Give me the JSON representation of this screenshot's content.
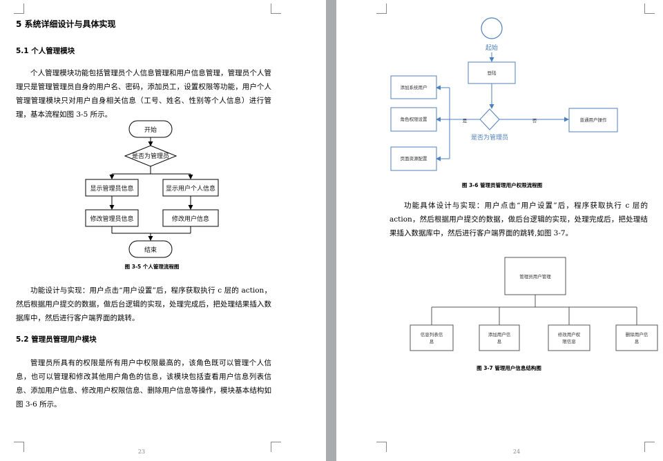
{
  "left_page": {
    "chapter_title": "5   系统详细设计与具体实现",
    "section1_title": "5.1   个人管理模块",
    "para1": "个人管理模块功能包括管理员个人信息管理和用户信息管理，管理员个人管理只是管理管理员自身的用户名、密码，添加员工，设置权限等功能，用户个人管理管理模块只对用户自身相关信息（工号、姓名、性别等个人信息）进行管理，基本流程如图 3-5 所示。",
    "flow": {
      "start": "开始",
      "decision": "是否为管理员",
      "left_box1": "显示管理员信息",
      "right_box1": "显示用户个人信息",
      "left_box2": "修改管理员信息",
      "right_box2": "修改用户信息",
      "end": "结束"
    },
    "figure_caption": "图 3-5   个人管理流程图",
    "para2": "功能设计与实现：用户点击“用户设置”后，程序获取执行 c 层的 action，然后根据用户提交的数据，做后台逻辑的实现，处理完成后，把处理结果插入数据库中，然后进行客户端界面的跳转。",
    "section2_title": "5.2   管理员管理用户模块",
    "para3": "管理员所具有的权限是所有用户中权限最高的，该角色既可以管理个人信息，也可以管理和修改其他用户角色的信息，该模块包括查看用户信息列表信息、添加用户信息、修改用户权限信息、删除用户信息等操作，模块基本结构如图 3-6 所示。",
    "page_number": "23"
  },
  "right_page": {
    "flow": {
      "start_label": "起始",
      "login": "登陆",
      "decision": "是否为管理员",
      "yes": "是",
      "no": "否",
      "left_boxes": [
        "添加系统用户",
        "角色权限设置",
        "页面资源配置"
      ],
      "right_box": "普通用户操作"
    },
    "figure_caption1": "图 3-6   管理员管理用户权限流程图",
    "para1": "功能具体设计与实现：用户点击“用户设置”后，程序获取执行 c 层的 action，然后根据用户提交的数据，做后台逻辑的实现，处理完成后，把处理结果插入数据库中，然后进行客户端界面的跳转,如图 3-7。",
    "tree": {
      "root": "管理员用户管理",
      "children": [
        [
          "信息列表信",
          "息"
        ],
        [
          "添加用户信",
          "息"
        ],
        [
          "修改用户权",
          "限信息"
        ],
        [
          "删除用户信",
          "息"
        ]
      ]
    },
    "figure_caption2": "图 3-7   管理用户信息结构图",
    "page_number": "24"
  }
}
